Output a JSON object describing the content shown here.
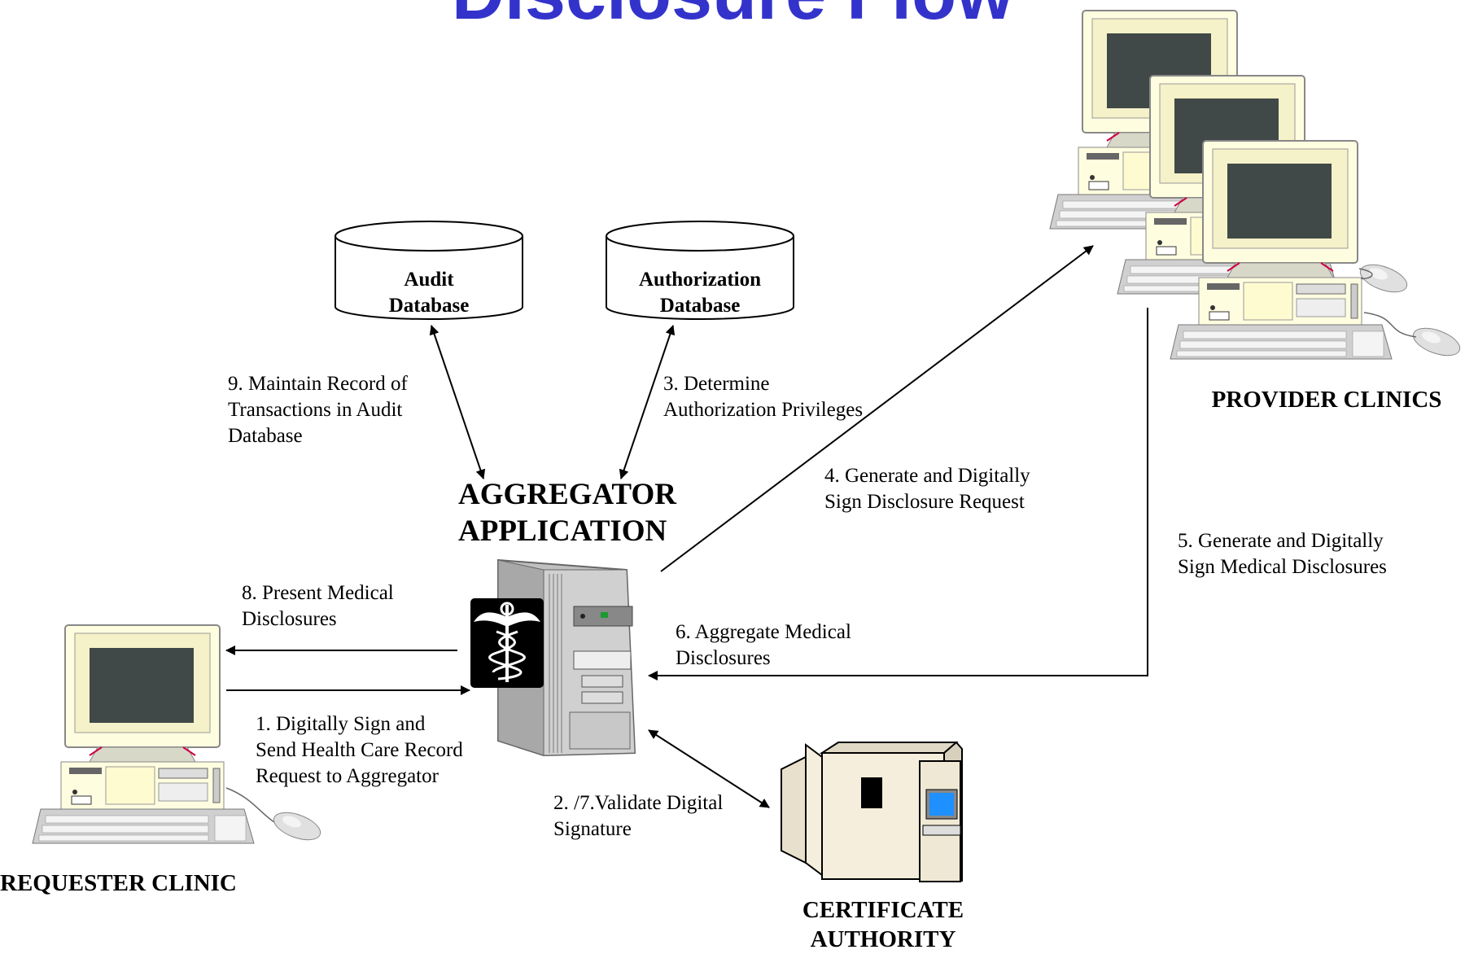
{
  "title": "Disclosure Flow",
  "nodes": {
    "audit_db": "Audit\nDatabase",
    "auth_db": "Authorization\nDatabase",
    "aggregator": "AGGREGATOR\nAPPLICATION",
    "provider": "PROVIDER CLINICS",
    "requester": "REQUESTER CLINIC",
    "ca": "CERTIFICATE\nAUTHORITY"
  },
  "steps": {
    "s1": "1. Digitally Sign and\nSend Health Care Record\nRequest to Aggregator",
    "s2": "2. /7.Validate Digital\nSignature",
    "s3": "3. Determine\nAuthorization Privileges",
    "s4": "4. Generate and Digitally\nSign Disclosure Request",
    "s5": "5. Generate and Digitally\nSign Medical Disclosures",
    "s6": "6. Aggregate Medical\nDisclosures",
    "s8": "8. Present Medical\nDisclosures",
    "s9": "9. Maintain Record of\nTransactions in Audit\nDatabase"
  },
  "colors": {
    "title": "#3333cc",
    "monitor_case": "#fffde0",
    "screen": "#404848",
    "server_gray": "#c0c0c0",
    "ca_beige": "#f5eedc",
    "accent_red": "#d00040"
  },
  "icons": [
    "database-icon",
    "computer-icon",
    "server-icon",
    "caduceus-icon",
    "mainframe-icon",
    "mouse-icon"
  ]
}
